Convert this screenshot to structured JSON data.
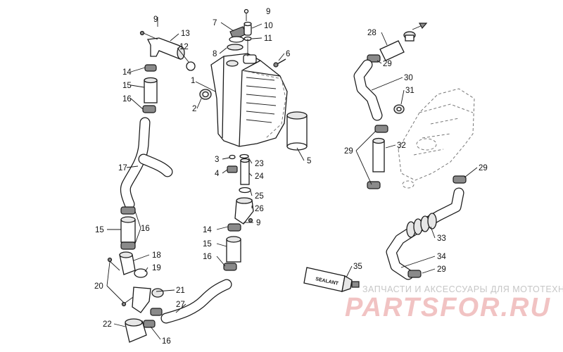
{
  "callouts": [
    "9",
    "13",
    "12",
    "7",
    "8",
    "10",
    "11",
    "9",
    "6",
    "1",
    "2",
    "14",
    "15",
    "16",
    "17",
    "3",
    "4",
    "23",
    "24",
    "5",
    "25",
    "26",
    "9",
    "14",
    "15",
    "16",
    "15",
    "16",
    "18",
    "19",
    "20",
    "21",
    "27",
    "22",
    "16",
    "28",
    "29",
    "30",
    "31",
    "32",
    "29",
    "29",
    "33",
    "34",
    "29",
    "35"
  ],
  "sealant_label": "SEALANT",
  "watermark": {
    "tagline": "ЗАПЧАСТИ И АКСЕССУАРЫ ДЛЯ МОТОТЕХНИКИ",
    "brand": "PARTSFOR.RU"
  },
  "colors": {
    "line": "#1a1a1a",
    "watermark": "#f1c3c3",
    "tagline": "#c6c6c6"
  }
}
